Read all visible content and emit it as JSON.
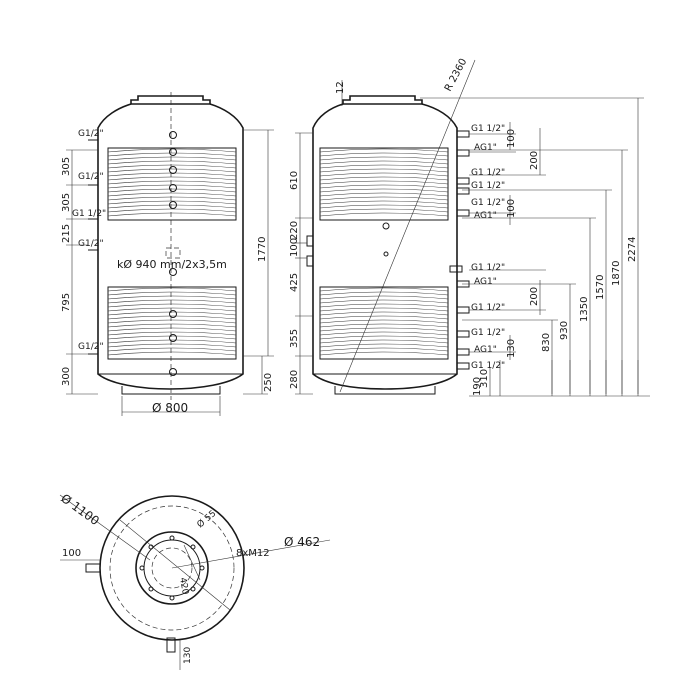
{
  "left_view": {
    "port_labels": [
      "G1/2\"",
      "G1/2\"",
      "G1 1/2\"",
      "G1/2\"",
      "G1/2\""
    ],
    "vertical_dims_left": [
      "305",
      "305",
      "215",
      "795",
      "300"
    ],
    "height_dim": "1770",
    "bottom_dim": "250",
    "coil_label": "kØ 940  mm/2x3,5m",
    "base_diameter": "Ø 800"
  },
  "right_view": {
    "top_dim": "12",
    "radius_label": "R 2360",
    "vertical_dims_left": [
      "610",
      "220",
      "100",
      "425",
      "355",
      "280"
    ],
    "port_labels": [
      "G1 1/2\"",
      "AG1\"",
      "G1 1/2\"",
      "G1 1/2\"",
      "G1 1/2\"",
      "AG1\"",
      "G1 1/2\"",
      "AG1\"",
      "G1 1/2\"",
      "G1 1/2\"",
      "AG1\"",
      "G1 1/2\""
    ],
    "small_dims": [
      "100",
      "200",
      "100",
      "200",
      "130",
      "310",
      "190"
    ],
    "height_dims": [
      "830",
      "930",
      "1350",
      "1570",
      "1870",
      "2274"
    ]
  },
  "top_view": {
    "outer_diameter": "Ø 1100",
    "side_dim": "100",
    "flange_bolts": "8xM12",
    "flange_circle": "Ø 462",
    "small_dia": "Ø 55",
    "inner_dim": "420",
    "bottom_dim": "130"
  }
}
